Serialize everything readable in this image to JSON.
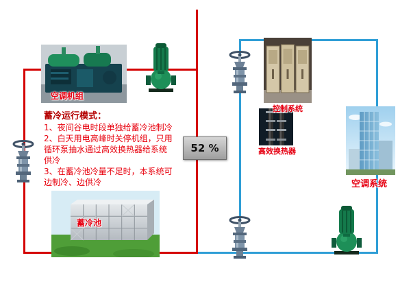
{
  "labels": {
    "chiller": "空调机组",
    "control_system": "控制系统",
    "heat_exchanger": "高效换热器",
    "ac_system": "空调系统",
    "storage_tank": "蓄冷池"
  },
  "badge": {
    "value": "52 %"
  },
  "mode_text": {
    "title": "蓄冷运行模式：",
    "lines": [
      "1、夜间谷电时段单独给蓄冷池制冷",
      "2、白天用电高峰时关停机组，只用",
      "循环泵抽水通过高效换热器给系统",
      "供冷",
      "3、在蓄冷池冷量不足时，本系统可",
      "边制冷、边供冷"
    ]
  },
  "colors": {
    "pipe_hot_loop": "#d40000",
    "pipe_cold_loop": "#2f9ed6",
    "label_red": "#e60012"
  }
}
